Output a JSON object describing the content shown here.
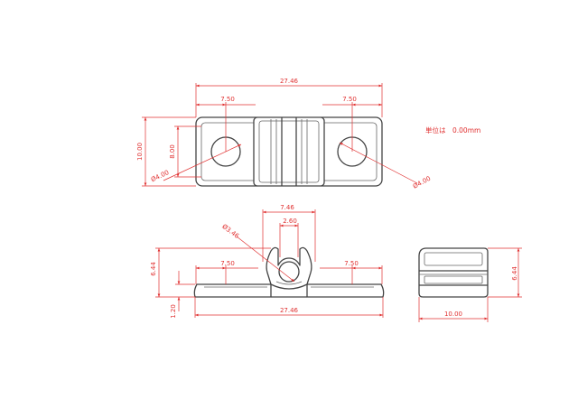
{
  "colors": {
    "part": "#444444",
    "dimension": "#e03030",
    "background": "#ffffff"
  },
  "unit_note": "単位は　0.00mm",
  "top_view": {
    "overall_width": "27.46",
    "left_offset": "7.50",
    "right_offset": "7.50",
    "height": "10.00",
    "inner_height": "8.00",
    "left_hole": "Ø4.00",
    "right_hole": "Ø4.00"
  },
  "front_view": {
    "clip_width": "7.46",
    "clip_opening": "2.60",
    "clip_diameter": "Ø3.46",
    "height": "6.44",
    "left_offset": "7.50",
    "right_offset": "7.50",
    "base_thickness": "1.20",
    "overall_width": "27.46"
  },
  "side_view": {
    "height": "6.44",
    "width": "10.00"
  }
}
